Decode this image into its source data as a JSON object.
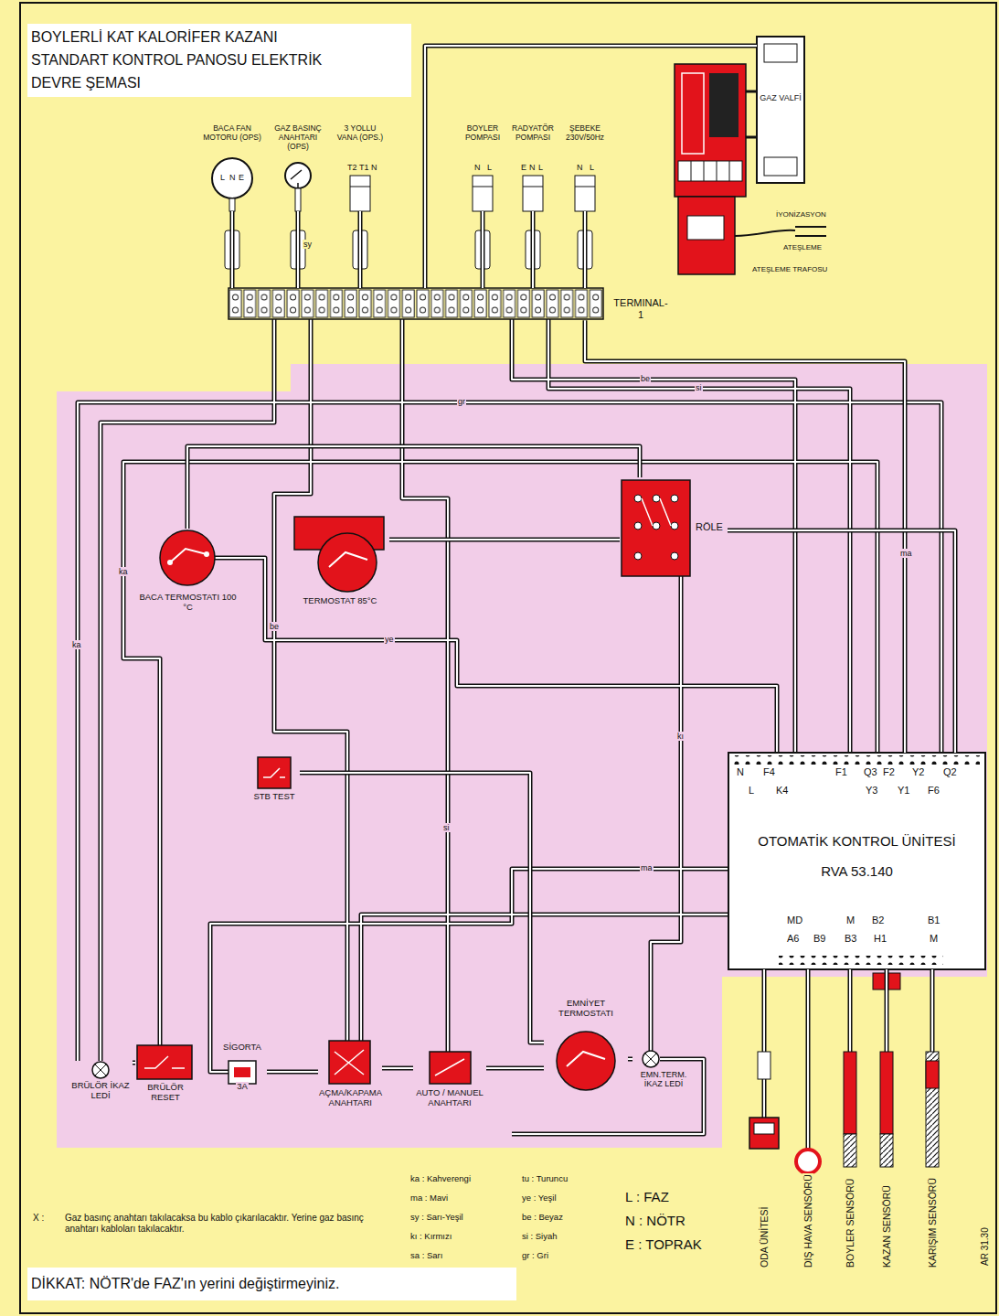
{
  "diagram": {
    "title": "BOYLERLİ KAT KALORİFER KAZANI STANDART KONTROL PANOSU ELEKTRİK DEVRE ŞEMASI",
    "caption": "DİKKAT: NÖTR'de FAZ'ın yerini değiştirmeyiniz.",
    "nodes": [
      {
        "text": [
          "BACA FAN MOTORU (OPS)"
        ]
      },
      {
        "text": [
          "GAZ BASINÇ ANAHTARI (OPS)"
        ]
      },
      {
        "text": [
          "3 YOLLU VANA (OPS.)"
        ]
      },
      {
        "text": [
          "BOYLER POMPASI"
        ]
      },
      {
        "text": [
          "RADYATÖR POMPASI"
        ]
      },
      {
        "text": [
          "ŞEBEKE 230V/50Hz"
        ]
      },
      {
        "text": [
          "GAZ VALFİ"
        ]
      },
      {
        "text": [
          "TERMINAL-1"
        ]
      },
      {
        "text": [
          "RÖLE"
        ]
      },
      {
        "text": [
          "BACA TERMOSTATI 100 °C"
        ]
      },
      {
        "text": [
          "TERMOSTAT 85°C"
        ]
      },
      {
        "text": [
          "STB TEST"
        ]
      },
      {
        "text": [
          "OTOMATİK KONTROL ÜNİTESİ",
          "RVA 53.140"
        ]
      },
      {
        "text": [
          "BRÜLÖR İKAZ LEDİ"
        ]
      },
      {
        "text": [
          "BRÜLÖR RESET"
        ]
      },
      {
        "text": [
          "SİGORTA",
          "3A"
        ]
      },
      {
        "text": [
          "AÇMA/KAPAMA ANAHTARI"
        ]
      },
      {
        "text": [
          "AUTO / MANUEL ANAHTARI"
        ]
      },
      {
        "text": [
          "EMNİYET TERMOSTATI"
        ]
      },
      {
        "text": [
          "EMN.TERM. İKAZ LEDİ"
        ]
      },
      {
        "text": [
          "ODA ÜNİTESİ"
        ]
      },
      {
        "text": [
          "DIŞ HAVA SENSÖRÜ"
        ]
      },
      {
        "text": [
          "BOYLER SENSÖRÜ"
        ]
      },
      {
        "text": [
          "KAZAN SENSÖRÜ"
        ]
      },
      {
        "text": [
          "KARIŞIM SENSÖRÜ"
        ]
      }
    ],
    "edges": [
      {
        "from": 0,
        "to": 7,
        "arrow": "none"
      },
      {
        "from": 1,
        "to": 7,
        "arrow": "none"
      },
      {
        "from": 2,
        "to": 7,
        "arrow": "none"
      },
      {
        "from": 3,
        "to": 7,
        "arrow": "none"
      },
      {
        "from": 4,
        "to": 7,
        "arrow": "none"
      },
      {
        "from": 5,
        "to": 7,
        "arrow": "none"
      },
      {
        "from": 6,
        "to": 7,
        "arrow": "none"
      },
      {
        "from": 7,
        "to": 12,
        "arrow": "none"
      },
      {
        "from": 8,
        "to": 12,
        "arrow": "none"
      },
      {
        "from": 9,
        "to": 8,
        "arrow": "none"
      },
      {
        "from": 10,
        "to": 8,
        "arrow": "none"
      },
      {
        "from": 11,
        "to": 18,
        "arrow": "none"
      },
      {
        "from": 15,
        "to": 16,
        "arrow": "none"
      },
      {
        "from": 16,
        "to": 17,
        "arrow": "none"
      },
      {
        "from": 17,
        "to": 18,
        "arrow": "none"
      },
      {
        "from": 18,
        "to": 19,
        "arrow": "none"
      },
      {
        "from": 14,
        "to": 13,
        "arrow": "none"
      },
      {
        "from": 20,
        "to": 12,
        "arrow": "none"
      },
      {
        "from": 21,
        "to": 12,
        "arrow": "none"
      },
      {
        "from": 22,
        "to": 12,
        "arrow": "none"
      },
      {
        "from": 23,
        "to": 12,
        "arrow": "none"
      },
      {
        "from": 24,
        "to": 12,
        "arrow": "none"
      }
    ],
    "labels": [
      "L",
      "N",
      "E",
      "T2",
      "T1",
      "N",
      "N",
      "L",
      "E",
      "N",
      "L",
      "N",
      "L",
      "İYONİZASYON",
      "ATEŞLEME",
      "ATEŞLEME TRAFOSU",
      "N",
      "F4",
      "F1",
      "Q3",
      "F2",
      "Y2",
      "Q2",
      "L",
      "K4",
      "Y3",
      "Y1",
      "F6",
      "MD",
      "M",
      "B2",
      "B1",
      "A6",
      "B9",
      "B3",
      "H1",
      "M",
      "ka",
      "sy",
      "be",
      "si",
      "ye",
      "kı",
      "ma",
      "gr",
      "be",
      "si",
      "ma",
      "ka",
      "X :",
      "Gaz basınç anahtarı takılacaksa bu kablo çıkarılacaktır. Yerine gaz basınç anahtarı kabloları takılacaktır.",
      "ka : Kahverengi",
      "ma : Mavi",
      "sy : Sarı-Yeşil",
      "kı : Kırmızı",
      "sa : Sarı",
      "tu : Turuncu",
      "ye : Yeşil",
      "be : Beyaz",
      "si : Siyah",
      "gr : Gri",
      "L : FAZ",
      "N : NÖTR",
      "E : TOPRAK",
      "AR 31.30"
    ]
  }
}
